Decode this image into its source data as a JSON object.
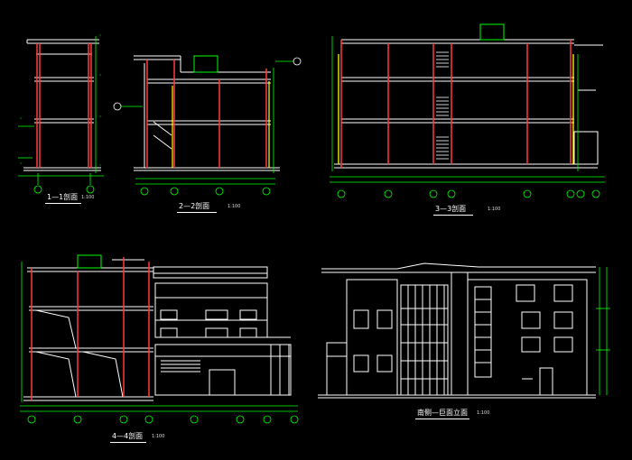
{
  "sections": {
    "s1": {
      "title": "1—1剖面",
      "scale": "1:100"
    },
    "s2": {
      "title": "2—2剖面",
      "scale": "1:100"
    },
    "s3": {
      "title": "3—3剖面",
      "scale": "1:100"
    },
    "s4": {
      "title": "4—4剖面",
      "scale": "1:100"
    },
    "elev": {
      "title": "南侧—巨面立面",
      "scale": "1:100"
    }
  },
  "colors": {
    "background": "#000000",
    "lines": "#ffffff",
    "columns": "#ff3b3b",
    "dimensions": "#00ff00",
    "accent": "#ffff00"
  }
}
